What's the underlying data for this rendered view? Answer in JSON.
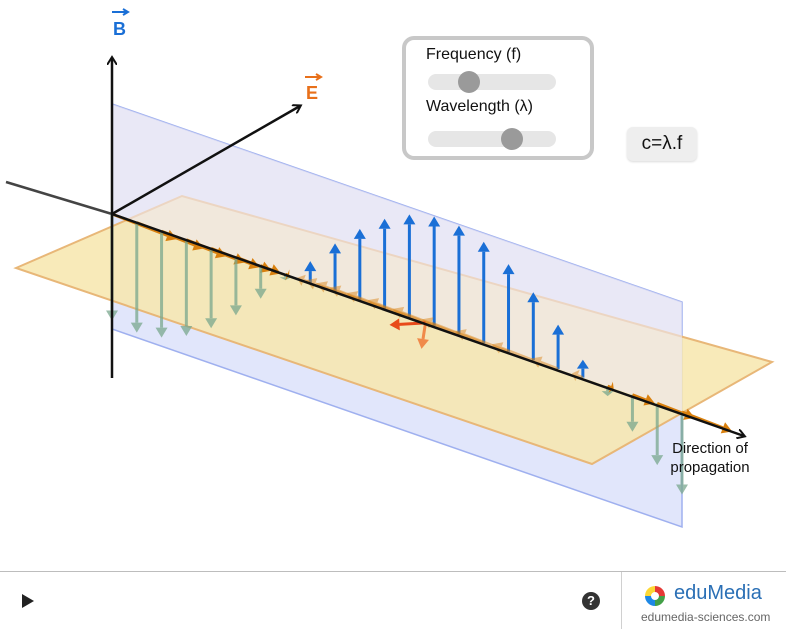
{
  "axes": {
    "b_label": "B",
    "e_label": "E"
  },
  "controls": {
    "frequency": {
      "label": "Frequency (f)",
      "value": 0.32
    },
    "wavelength": {
      "label": "Wavelength (λ)",
      "value": 0.66
    }
  },
  "formula": "c=λ.f",
  "propagation": {
    "line1": "Direction of",
    "line2": "propagation"
  },
  "footer": {
    "help": "?"
  },
  "brand": {
    "name": "eduMedia",
    "url": "edumedia-sciences.com"
  },
  "colors": {
    "b_field": "#1a6fd6",
    "e_field": "#d9800e",
    "b_label": "#1a6fd6",
    "e_label": "#e8701a",
    "b_plane": "#b8c4f4",
    "e_plane": "#f6e3a8"
  }
}
